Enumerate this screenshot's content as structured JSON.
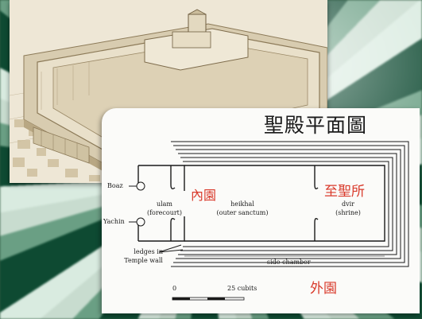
{
  "title": "聖殿平面圖",
  "annotations_zh": {
    "inner_court": "內園",
    "holy_of_holies": "至聖所",
    "outer_court": "外園"
  },
  "pillars": {
    "boaz": "Boaz",
    "yachin": "Yachin"
  },
  "rooms": {
    "ulam": "ulam",
    "ulam_sub": "(forecourt)",
    "heikhal": "heikhal",
    "heikhal_sub": "(outer sanctum)",
    "dvir": "dvir",
    "dvir_sub": "(shrine)",
    "side_chamber": "side chamber"
  },
  "ledges": {
    "line1": "ledges in",
    "line2": "Temple wall"
  },
  "scale": {
    "start": "0",
    "end": "25 cubits"
  },
  "colors": {
    "annotation_red": "#d93a2b",
    "card_bg": "#fbfbf9",
    "background_green": "#0e4a32"
  }
}
